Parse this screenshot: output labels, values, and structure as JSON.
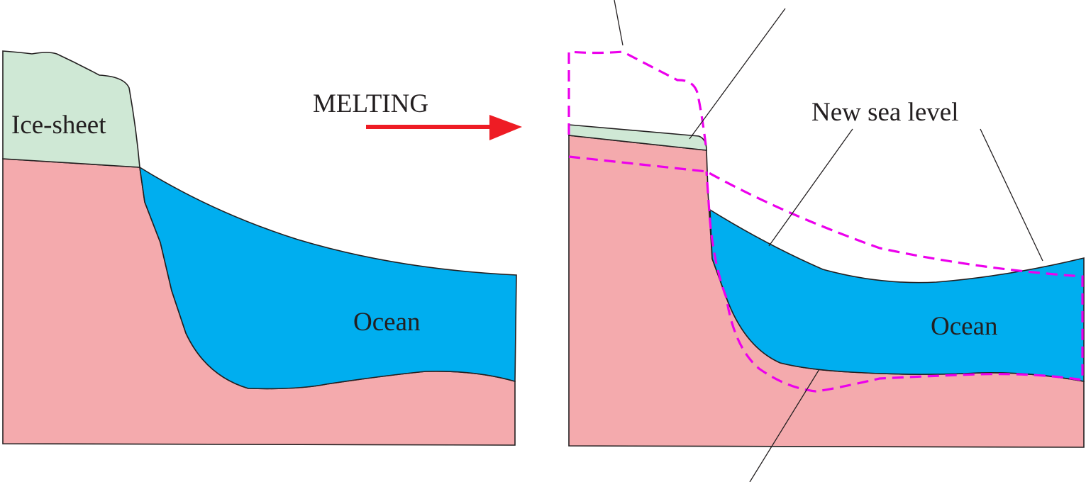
{
  "labels": {
    "ice_sheet": "Ice-sheet",
    "melting": "MELTING",
    "ocean_before": "Ocean",
    "new_sea_level": "New sea level",
    "ocean_after": "Ocean"
  },
  "colors": {
    "ice": "#cfe8d5",
    "ocean": "#00aeef",
    "land": "#f4aaad",
    "arrow": "#ee1c24",
    "former_outline": "#ec00ec",
    "outline": "#231f20"
  }
}
